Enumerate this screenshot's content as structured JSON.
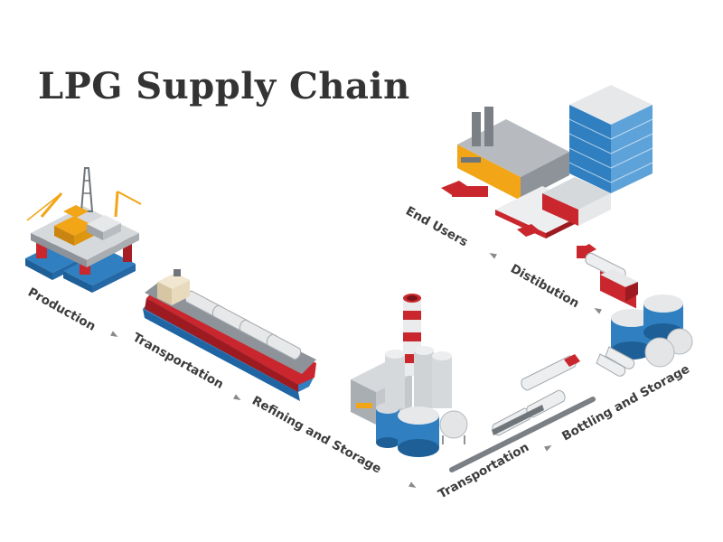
{
  "title": "LPG Supply Chain",
  "stages": [
    {
      "label": "Production",
      "icon": "offshore-platform-icon"
    },
    {
      "label": "Transportation",
      "icon": "lpg-tanker-ship-icon"
    },
    {
      "label": "Refining and Storage",
      "icon": "refinery-icon"
    },
    {
      "label": "Transportation",
      "icon": "rail-tank-cars-icon"
    },
    {
      "label": "Bottling and Storage",
      "icon": "storage-tanks-icon"
    },
    {
      "label": "Distibution",
      "icon": "tank-trucks-icon"
    },
    {
      "label": "End Users",
      "icon": "factory-office-gas-station-icon"
    }
  ],
  "colors": {
    "red": "#c9272d",
    "blue": "#2f7fc1",
    "orange": "#f2a516",
    "gray": "#bfc3c7",
    "text": "#333333"
  }
}
